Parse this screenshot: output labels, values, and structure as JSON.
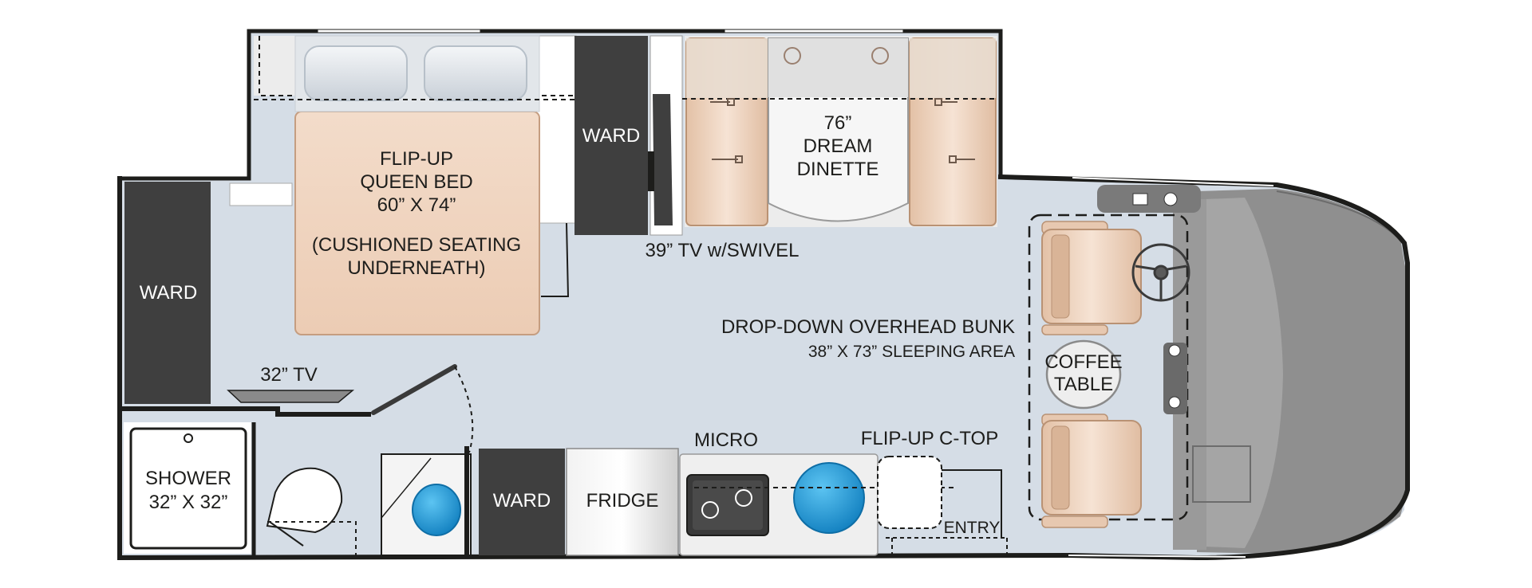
{
  "labels": {
    "bed_l1": "FLIP-UP",
    "bed_l2": "QUEEN BED",
    "bed_l3": "60” X 74”",
    "bed_l4": "(CUSHIONED SEATING",
    "bed_l5": "UNDERNEATH)",
    "ward_top": "WARD",
    "ward_left": "WARD",
    "ward_bottom": "WARD",
    "dinette_l1": "76”",
    "dinette_l2": "DREAM",
    "dinette_l3": "DINETTE",
    "tv_swivel": "39” TV w/SWIVEL",
    "tv_32": "32” TV",
    "bunk_l1": "DROP-DOWN OVERHEAD BUNK",
    "bunk_l2": "38” X 73” SLEEPING AREA",
    "coffee_l1": "COFFEE",
    "coffee_l2": "TABLE",
    "micro": "MICRO",
    "flipup": "FLIP-UP C-TOP",
    "fridge": "FRIDGE",
    "entry": "ENTRY",
    "shower_l1": "SHOWER",
    "shower_l2": "32” X 32”"
  },
  "colors": {
    "floor": "#d5dde6",
    "wall": "#1d1d1b",
    "ward": "#3f3f3f",
    "cushion": "#f1d9c6",
    "cab": "#8f8f8f",
    "sink": "#1e9bd7"
  }
}
